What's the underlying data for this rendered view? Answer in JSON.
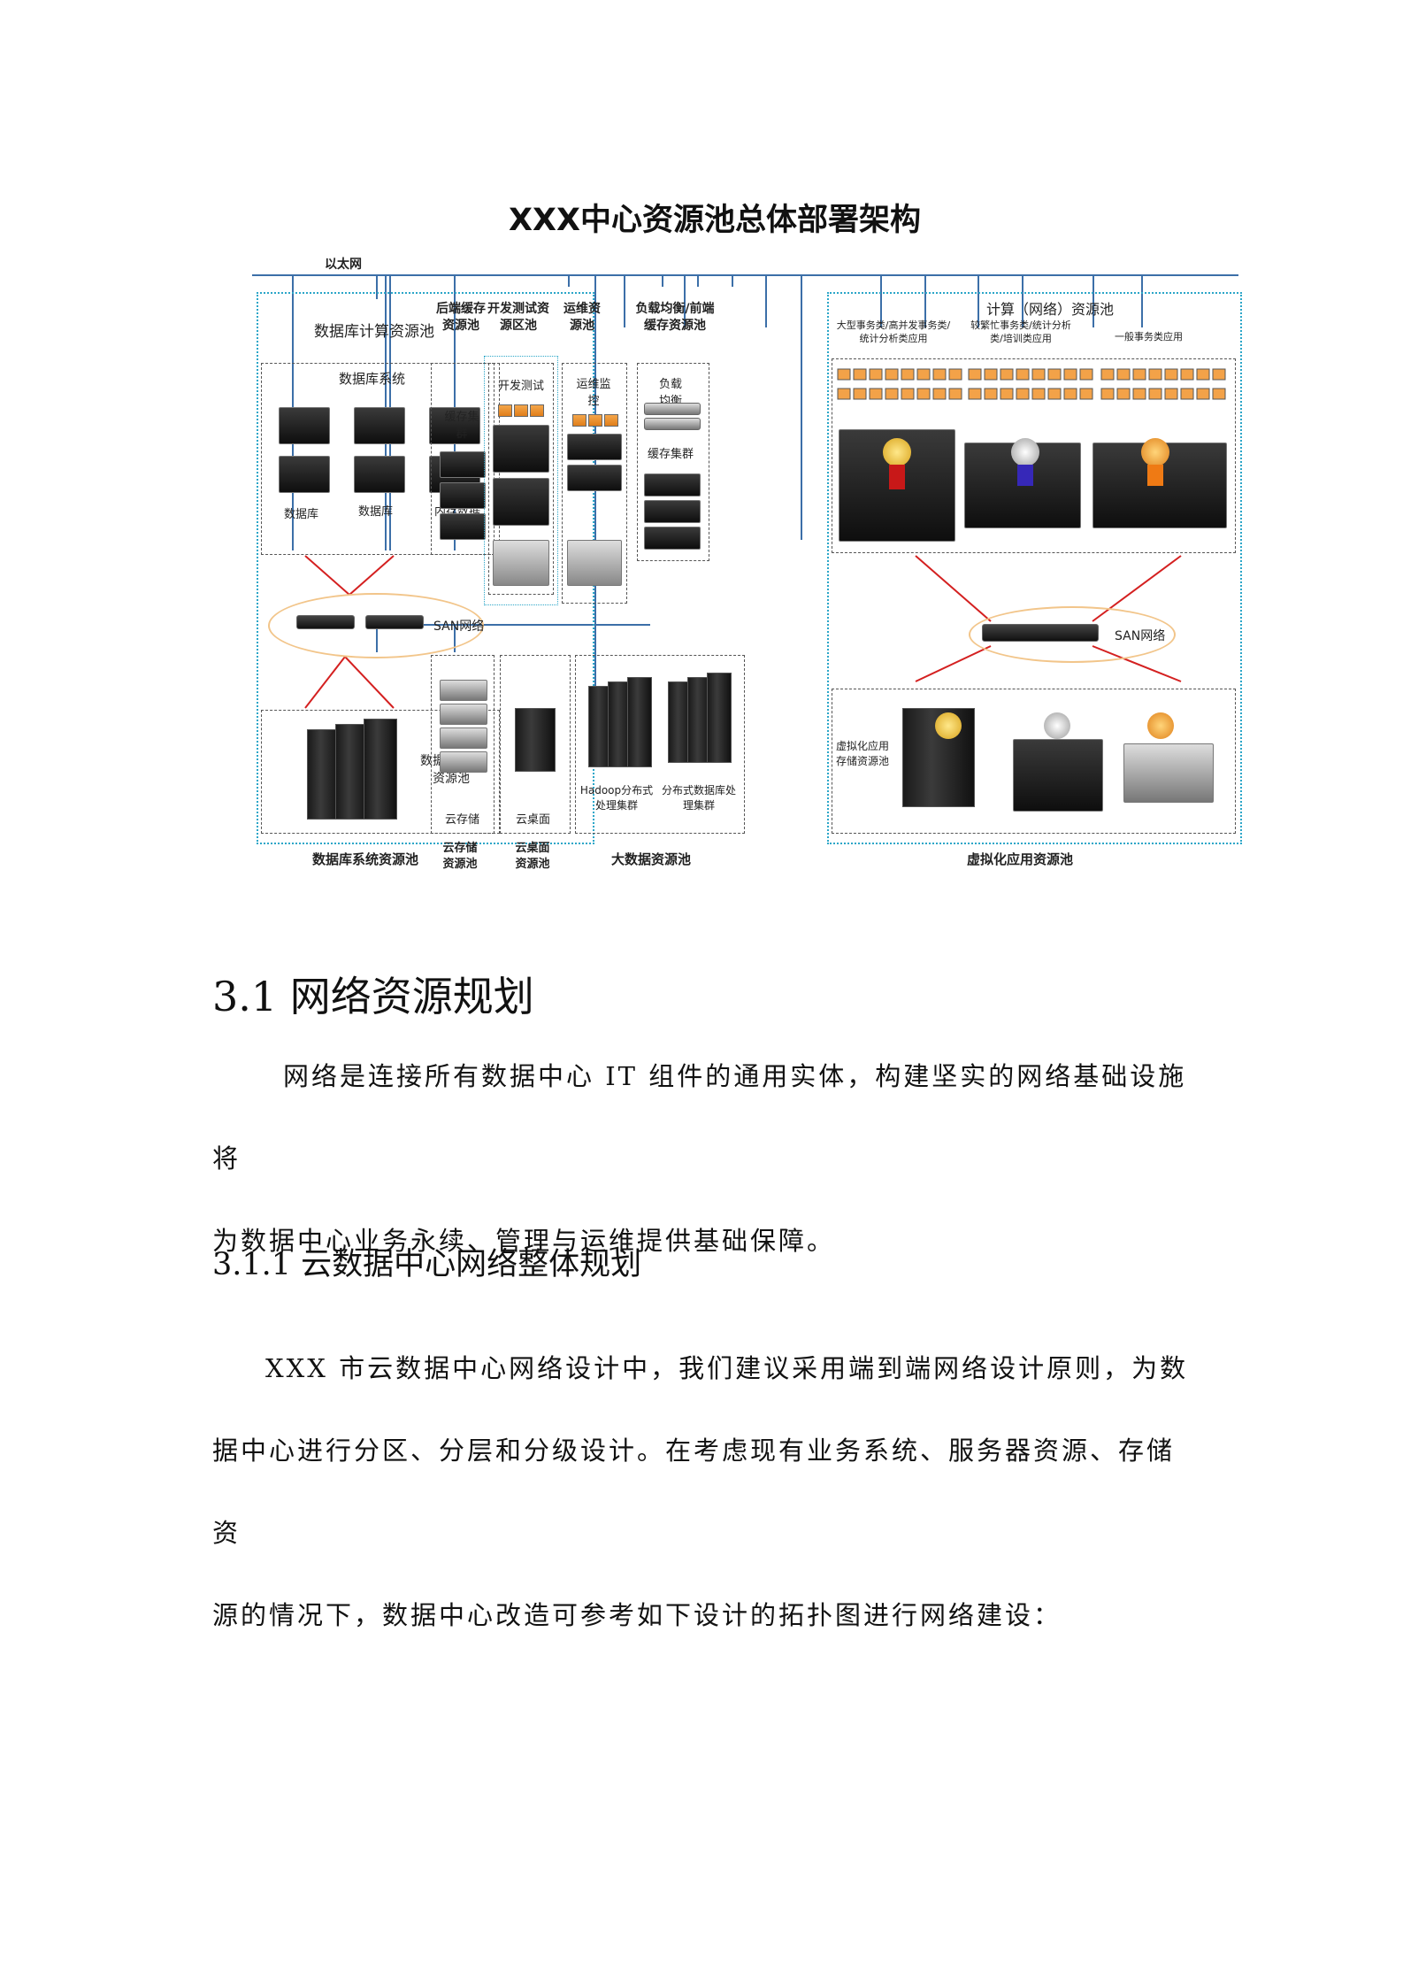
{
  "figure": {
    "title": "XXX中心资源池总体部署架构",
    "ethernet_label": "以太网",
    "db_pool": {
      "label": "数据库计算资源池",
      "system_label": "数据库系统",
      "server_labels": [
        "数据库",
        "数据库",
        "内存数据库"
      ],
      "san_label": "SAN网络",
      "storage_label": "数据库存储资源池",
      "footer": "数据库系统资源池"
    },
    "cache_pool": {
      "header": "后端缓存资源池",
      "inner": "缓存集群"
    },
    "devtest_pool": {
      "header": "开发测试资源区池",
      "inner": "开发测试"
    },
    "ops_pool": {
      "header": "运维资源池",
      "inner": "运维监控"
    },
    "lb_pool": {
      "header": "负载均衡/前端缓存资源池",
      "inner1": "负载均衡",
      "inner2": "缓存集群"
    },
    "cloud_storage": {
      "inner": "云存储",
      "footer": "云存储资源池"
    },
    "cloud_desktop": {
      "inner": "云桌面",
      "footer": "云桌面资源池"
    },
    "bigdata": {
      "left": "Hadoop分布式处理集群",
      "right": "分布式数据库处理集群",
      "footer": "大数据资源池"
    },
    "compute_pool": {
      "label": "计算（网络）资源池",
      "cat1": "大型事务类/高并发事务类/统计分析类应用",
      "cat2": "较繁忙事务类/统计分析类/培训类应用",
      "cat3": "一般事务类应用",
      "san_label": "SAN网络",
      "virt_storage": "虚拟化应用存储资源池",
      "footer": "虚拟化应用资源池"
    },
    "colors": {
      "ethernet": "#3c6fa8",
      "pool_border": "#2ba6c8",
      "link": "#d42020",
      "san_ellipse": "#f2c58a"
    }
  },
  "section": {
    "heading": "3.1  网络资源规划",
    "paragraph": "网络是连接所有数据中心 IT 组件的通用实体，构建坚实的网络基础设施将为数据中心业务永续、管理与运维提供基础保障。",
    "line1": "网络是连接所有数据中心 IT 组件的通用实体，构建坚实的网络基础设施将",
    "line2": "为数据中心业务永续、管理与运维提供基础保障。"
  },
  "subsection": {
    "heading": "3.1.1  云数据中心网络整体规划",
    "line1": "XXX  市云数据中心网络设计中，我们建议采用端到端网络设计原则，为数",
    "line2": "据中心进行分区、分层和分级设计。在考虑现有业务系统、服务器资源、存储资",
    "line3": "源的情况下，数据中心改造可参考如下设计的拓扑图进行网络建设："
  }
}
